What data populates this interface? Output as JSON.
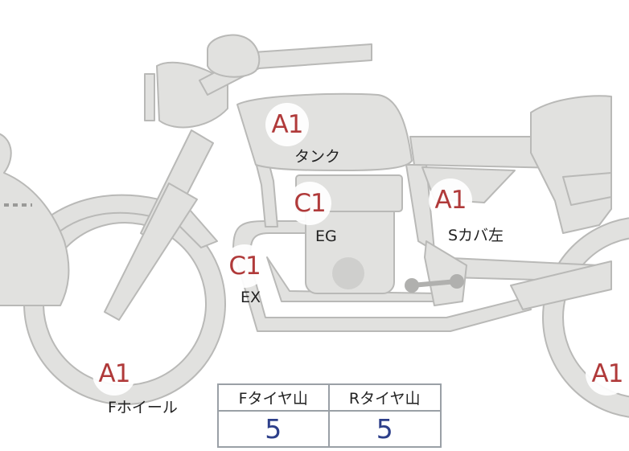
{
  "colors": {
    "part_fill": "#e1e1df",
    "part_stroke": "#b9b9b7",
    "grade_text": "#b03a3a",
    "tread_value": "#2d3f8a"
  },
  "parts": [
    {
      "name": "tank",
      "grade": "A1",
      "label": "タンク"
    },
    {
      "name": "engine",
      "grade": "C1",
      "label": "EG"
    },
    {
      "name": "side-cover-left",
      "grade": "A1",
      "label": "Sカバ左"
    },
    {
      "name": "exhaust",
      "grade": "C1",
      "label": "EX"
    },
    {
      "name": "front-wheel",
      "grade": "A1",
      "label": "Fホイール"
    },
    {
      "name": "rear-wheel",
      "grade": "A1",
      "label": ""
    }
  ],
  "tread_table": {
    "headers": [
      "Fタイヤ山",
      "Rタイヤ山"
    ],
    "values": [
      "5",
      "5"
    ]
  }
}
